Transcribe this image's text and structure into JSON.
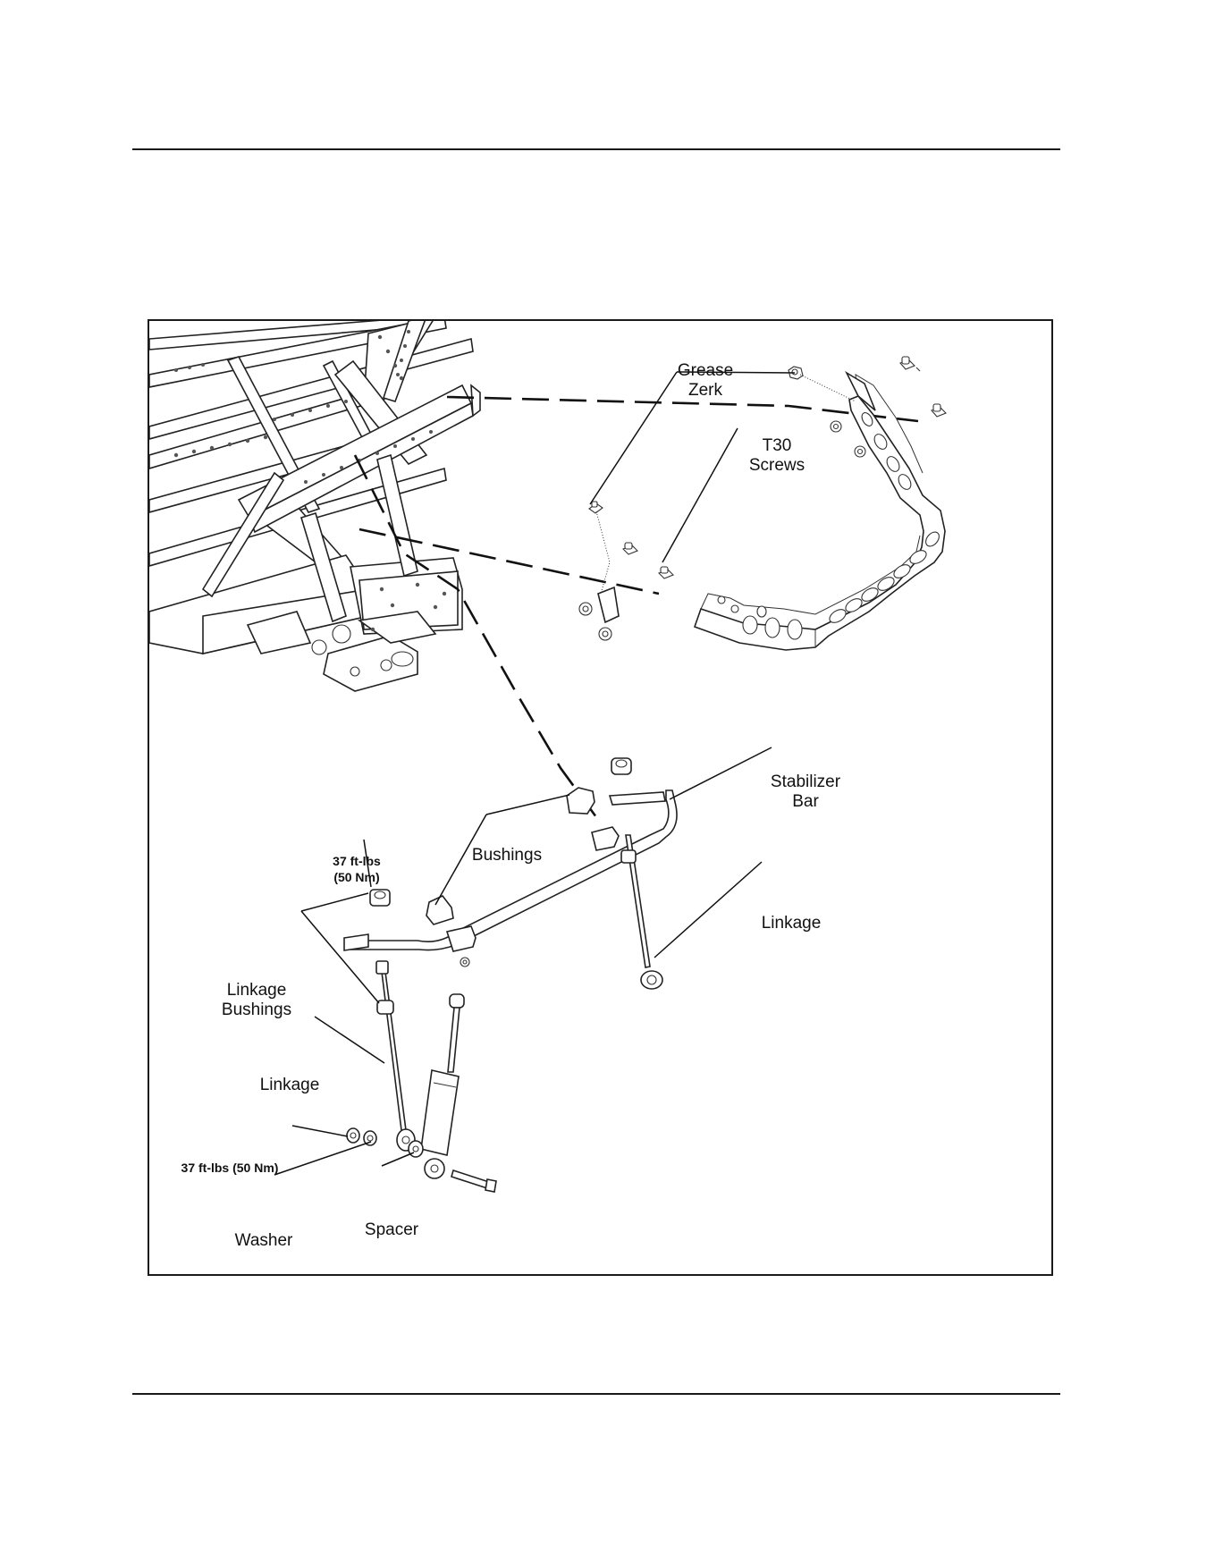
{
  "figure": {
    "labels": {
      "grease_zerk_line1": "Grease",
      "grease_zerk_line2": "Zerk",
      "t30_line1": "T30",
      "t30_line2": "Screws",
      "stabilizer_line1": "Stabilizer",
      "stabilizer_line2": "Bar",
      "bushings": "Bushings",
      "torque_top_line1": "37 ft-lbs",
      "torque_top_line2": "(50 Nm)",
      "linkage_right": "Linkage",
      "linkage_bushings_line1": "Linkage",
      "linkage_bushings_line2": "Bushings",
      "linkage_left": "Linkage",
      "torque_bottom": "37 ft-lbs (50 Nm)",
      "washer": "Washer",
      "spacer": "Spacer"
    }
  }
}
